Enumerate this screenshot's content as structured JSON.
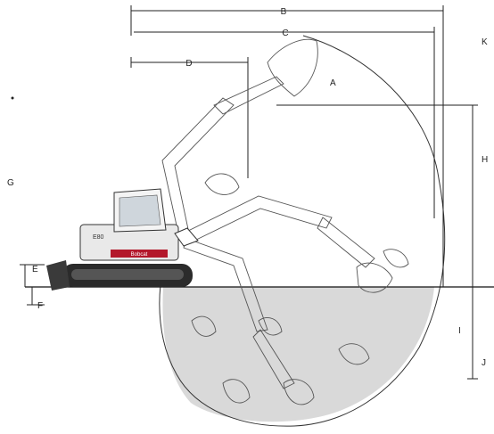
{
  "diagram": {
    "labels": {
      "A": "A",
      "B": "B",
      "C": "C",
      "D": "D",
      "E": "E",
      "F": "F",
      "G": "G",
      "H": "H",
      "I": "I",
      "J": "J",
      "K": "K"
    },
    "machine_text": {
      "model": "E80",
      "brand": "Bobcat"
    },
    "colors": {
      "ground_fill": "#d9d9d9",
      "machine_body": "#e9e9e9",
      "stripe": "#b3182b",
      "track": "#2b2b2b"
    }
  }
}
